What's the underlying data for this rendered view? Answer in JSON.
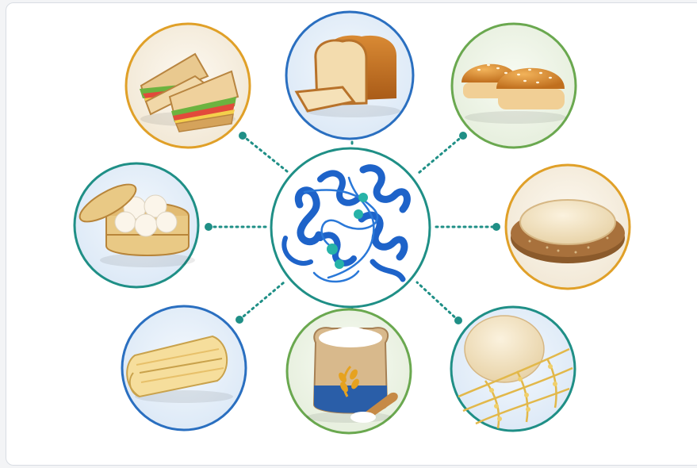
{
  "diagram": {
    "center": {
      "icon": "protein-ribbon-icon",
      "ring_color": "#1f8f86",
      "ribbon_color": "#1e63c9",
      "node_color": "#27b3a8"
    },
    "connector_color": "#1f8f86",
    "background": "#ffffff",
    "items": [
      {
        "id": "sandwich",
        "icon": "sandwich-icon",
        "ring_color": "#e0a028"
      },
      {
        "id": "bread-loaf",
        "icon": "bread-loaf-icon",
        "ring_color": "#2a6fc0"
      },
      {
        "id": "burger-buns",
        "icon": "burger-buns-icon",
        "ring_color": "#6aa84f"
      },
      {
        "id": "steamed-buns",
        "icon": "steamed-buns-icon",
        "ring_color": "#1f8f86"
      },
      {
        "id": "pizza-dough",
        "icon": "pizza-dough-icon",
        "ring_color": "#e0a028"
      },
      {
        "id": "pastry-sheet",
        "icon": "pastry-sheet-icon",
        "ring_color": "#2a6fc0"
      },
      {
        "id": "flour-sack",
        "icon": "flour-sack-icon",
        "ring_color": "#6aa84f"
      },
      {
        "id": "gluten-network",
        "icon": "gluten-network-icon",
        "ring_color": "#1f8f86"
      }
    ]
  }
}
